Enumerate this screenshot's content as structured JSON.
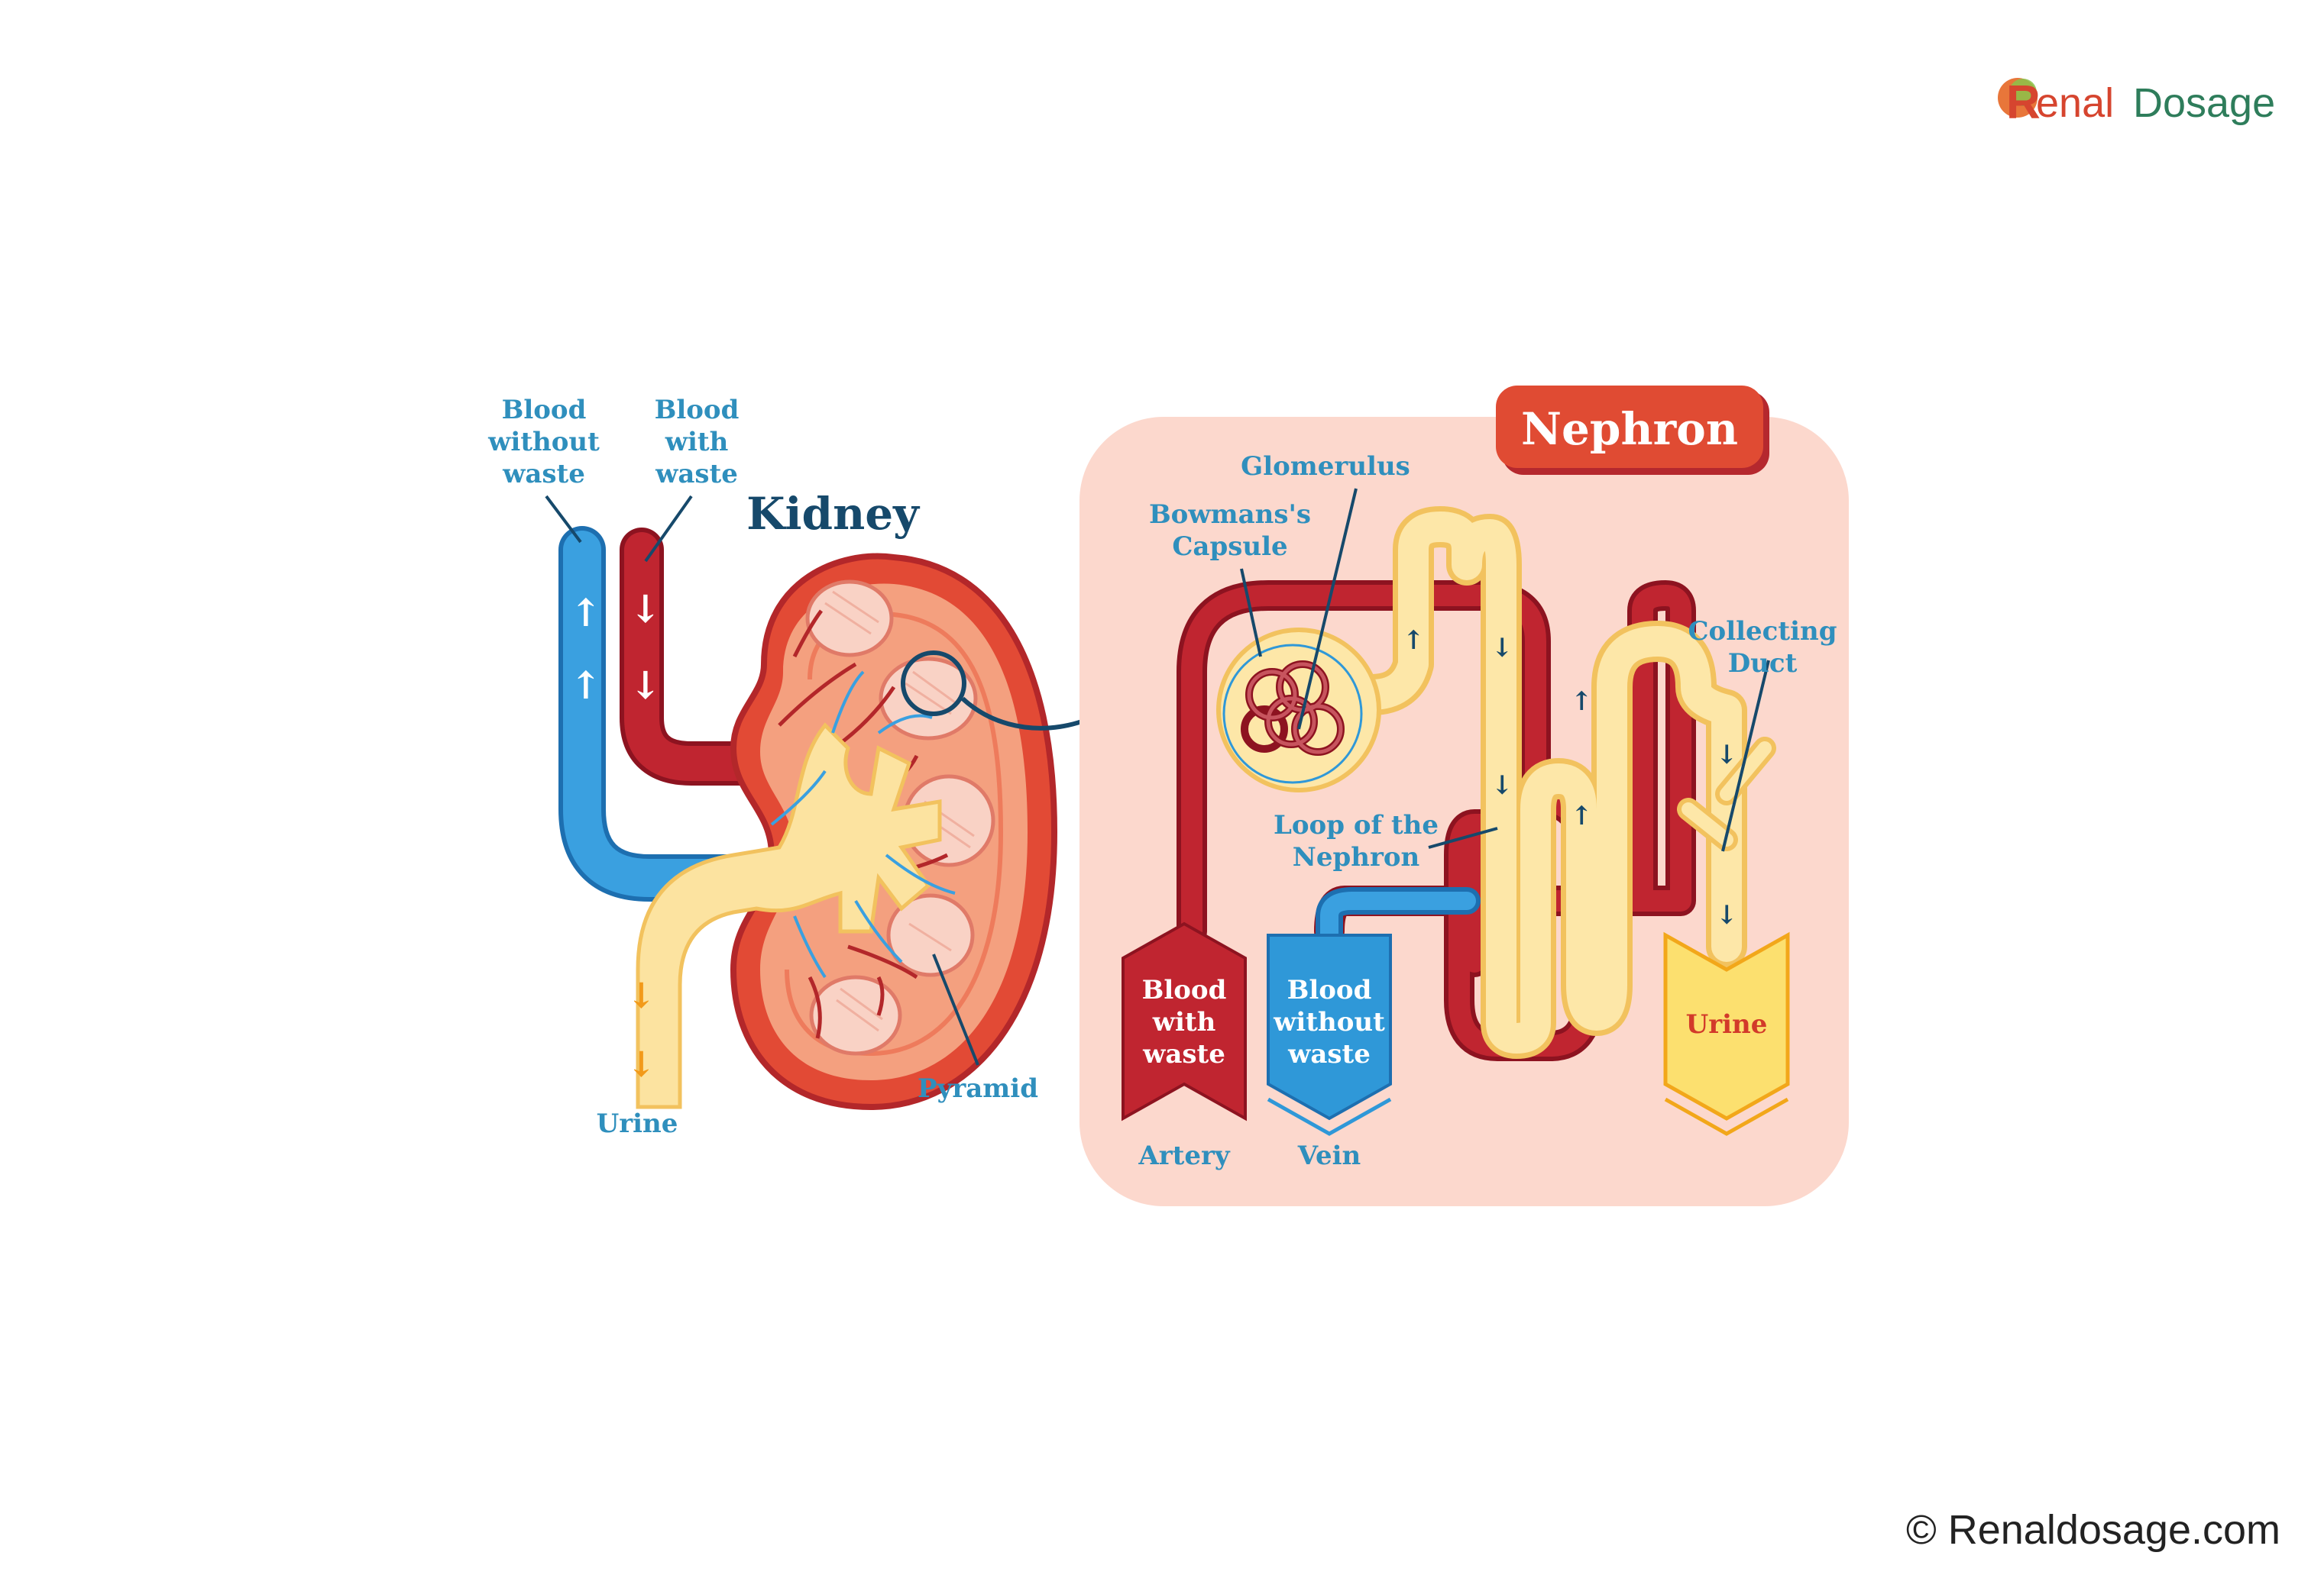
{
  "brand": {
    "logo_text_left": "R",
    "logo_text_mid": "enal",
    "logo_text_right": "Dosage",
    "copyright": "© Renaldosage.com"
  },
  "kidney": {
    "title": "Kidney",
    "label_blood_without_waste": [
      "Blood",
      "without",
      "waste"
    ],
    "label_blood_with_waste": [
      "Blood",
      "with",
      "waste"
    ],
    "label_urine": "Urine",
    "label_pyramid": "Pyramid"
  },
  "nephron": {
    "title": "Nephron",
    "label_glomerulus": "Glomerulus",
    "label_bowmans": [
      "Bowmans's",
      "Capsule"
    ],
    "label_collecting": [
      "Collecting",
      "Duct"
    ],
    "label_loop": [
      "Loop of the",
      "Nephron"
    ],
    "artery_box": [
      "Blood",
      "with",
      "waste"
    ],
    "vein_box": [
      "Blood",
      "without",
      "waste"
    ],
    "urine_box": "Urine",
    "label_artery": "Artery",
    "label_vein": "Vein"
  },
  "colors": {
    "artery_red": "#b7202b",
    "vein_blue": "#2f98d8",
    "urine_yellow": "#fbe29a",
    "panel_pink": "#fcd6cc",
    "title_red": "#e04b33",
    "label_blue": "#2f8fbd",
    "title_navy": "#16496b"
  }
}
